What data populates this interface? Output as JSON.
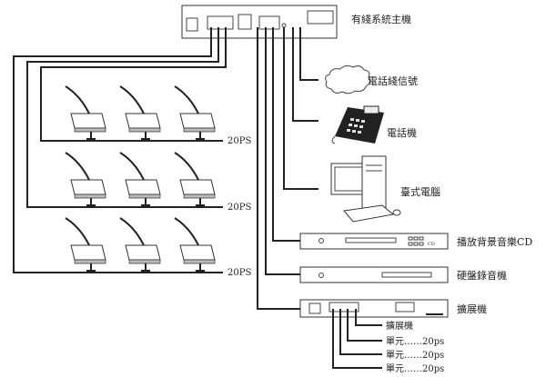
{
  "main_unit": {
    "label": "有綫系統主機"
  },
  "phone_line": {
    "label": "電話綫信號"
  },
  "telephone": {
    "label": "電話機"
  },
  "computer": {
    "label": "臺式電腦"
  },
  "cd_player": {
    "label": "播放背景音樂CD",
    "panel_text": "CD"
  },
  "hdd_recorder": {
    "label": "硬盤錄音機"
  },
  "expander": {
    "label": "擴展機"
  },
  "expander_outputs": [
    {
      "label": "擴展機"
    },
    {
      "label": "單元……20ps"
    },
    {
      "label": "單元……20ps"
    },
    {
      "label": "單元……20ps"
    }
  ],
  "mic_rows": [
    {
      "label": "20PS"
    },
    {
      "label": "20PS"
    },
    {
      "label": "20PS"
    }
  ]
}
